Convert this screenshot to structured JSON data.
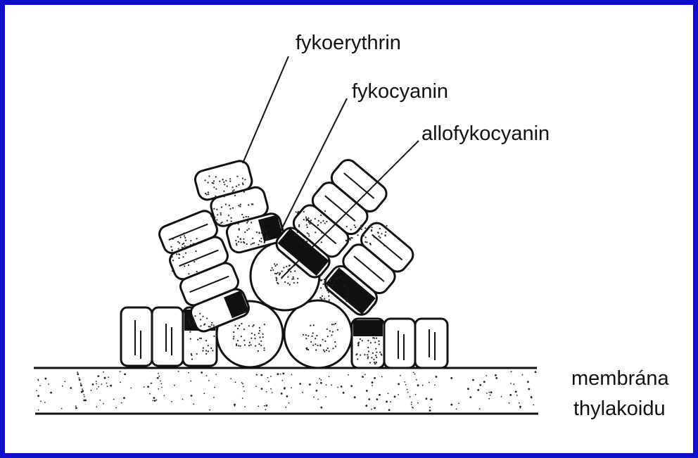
{
  "diagram": {
    "labels": {
      "fykoerythrin": "fykoerythrin",
      "fykocyanin": "fykocyanin",
      "allofykocyanin": "allofykocyanin",
      "membrane_line1": "membrána",
      "membrane_line2": "thylakoidu"
    },
    "colors": {
      "border": "#1010cc",
      "background": "#ffffff",
      "ink": "#111111"
    }
  }
}
